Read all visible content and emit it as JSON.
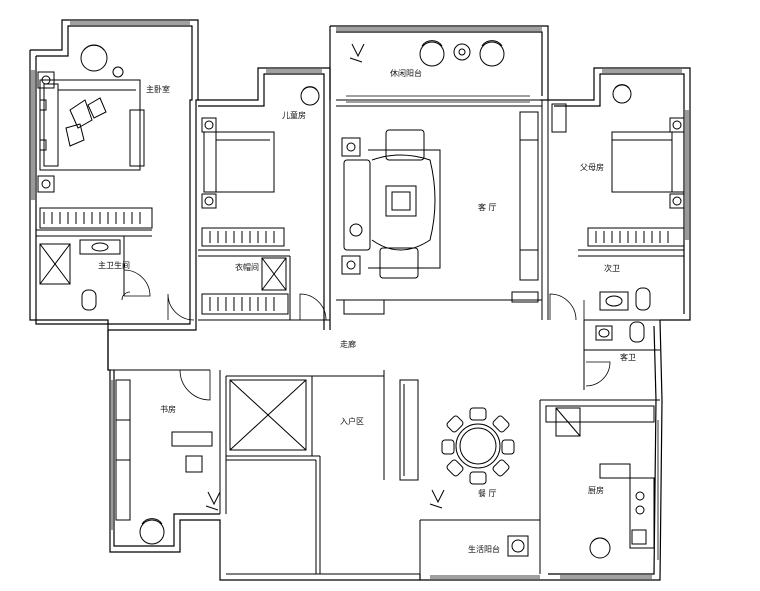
{
  "plan": {
    "rooms": {
      "master_bedroom": "主卧室",
      "kids_room": "儿童房",
      "leisure_balcony": "休闲阳台",
      "living_room": "客 厅",
      "parents_room": "父母房",
      "master_bath": "主卫生间",
      "walk_in_closet": "衣帽间",
      "second_bath": "次卫",
      "corridor": "走廊",
      "guest_bath": "客卫",
      "study": "书房",
      "entrance": "入户区",
      "dining_room": "餐 厅",
      "kitchen": "厨房",
      "service_balcony": "生活阳台"
    }
  }
}
